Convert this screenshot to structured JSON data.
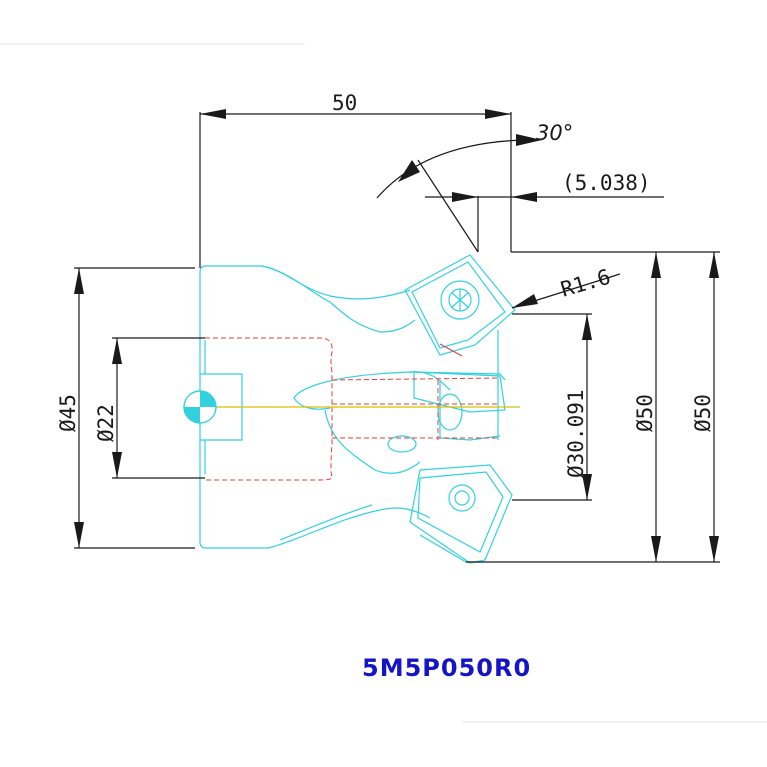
{
  "drawing": {
    "model": "5M5P050R0",
    "dimensions": {
      "length": "50",
      "angle": "30°",
      "offset": "(5.038)",
      "radius": "R1.6",
      "dia_shank": "Ø45",
      "dia_bore": "Ø22",
      "dia_inner": "Ø30.091",
      "dia_cut_1": "Ø50",
      "dia_cut_2": "Ø50"
    },
    "colors": {
      "outline": "#33d1e0",
      "hidden": "#e0403a",
      "axis": "#d8c200",
      "dimension": "#1a1a1a",
      "model_label": "#1515c8"
    }
  }
}
